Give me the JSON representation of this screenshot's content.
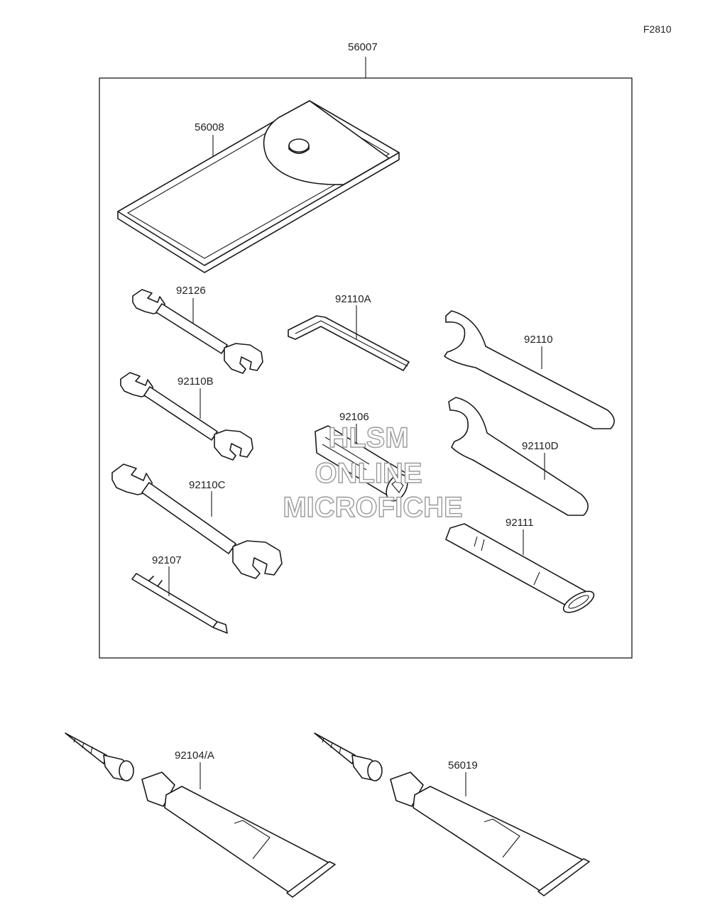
{
  "figure_code": "F2810",
  "watermark": {
    "line1": "HLSM",
    "line2": "ONLINE",
    "line3": "MICROFICHE"
  },
  "parts": [
    {
      "id": "p56007",
      "number": "56007"
    },
    {
      "id": "p56008",
      "number": "56008"
    },
    {
      "id": "p92126",
      "number": "92126"
    },
    {
      "id": "p92110A",
      "number": "92110A"
    },
    {
      "id": "p92110",
      "number": "92110"
    },
    {
      "id": "p92110B",
      "number": "92110B"
    },
    {
      "id": "p92106",
      "number": "92106"
    },
    {
      "id": "p92110D",
      "number": "92110D"
    },
    {
      "id": "p92110C",
      "number": "92110C"
    },
    {
      "id": "p92111",
      "number": "92111"
    },
    {
      "id": "p92107",
      "number": "92107"
    },
    {
      "id": "p92104A",
      "number": "92104/A"
    },
    {
      "id": "p56019",
      "number": "56019"
    }
  ]
}
